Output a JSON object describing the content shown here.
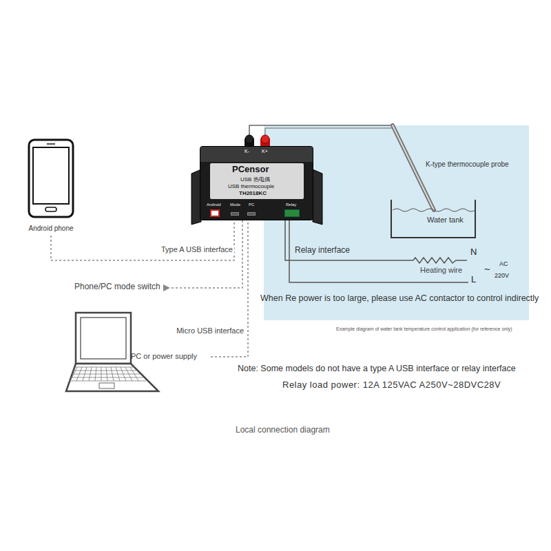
{
  "diagram": {
    "nodes": [
      {
        "text": [
          "Android phone"
        ]
      },
      {
        "text": [
          "K-",
          "K+",
          "PCensor",
          "USB 热电偶",
          "USB thermocouple",
          "TH2018KC",
          "Android",
          "Mode",
          "PC",
          "Relay"
        ]
      },
      {
        "text": [
          "PC or power supply"
        ]
      }
    ],
    "edges": [
      {
        "from": 0,
        "to": 1,
        "arrow": "none",
        "label": "Type A USB interface"
      },
      {
        "from": 2,
        "to": 1,
        "arrow": "none",
        "label": "Micro USB interface"
      }
    ],
    "labels": [
      "Phone/PC mode switch",
      "K-type thermocouple probe",
      "Water tank",
      "Relay interface",
      "N",
      "Heating wire",
      "~",
      "AC",
      "220V",
      "L",
      "When Re power is too large, please use AC contactor to control indirectly",
      "Example diagram of water tank temperature control application (for reference only)",
      "Note: Some models do not have a type A USB interface or relay interface",
      "Relay load power: 12A 125VAC A250V~28DVC28V",
      "Local connection diagram"
    ]
  }
}
